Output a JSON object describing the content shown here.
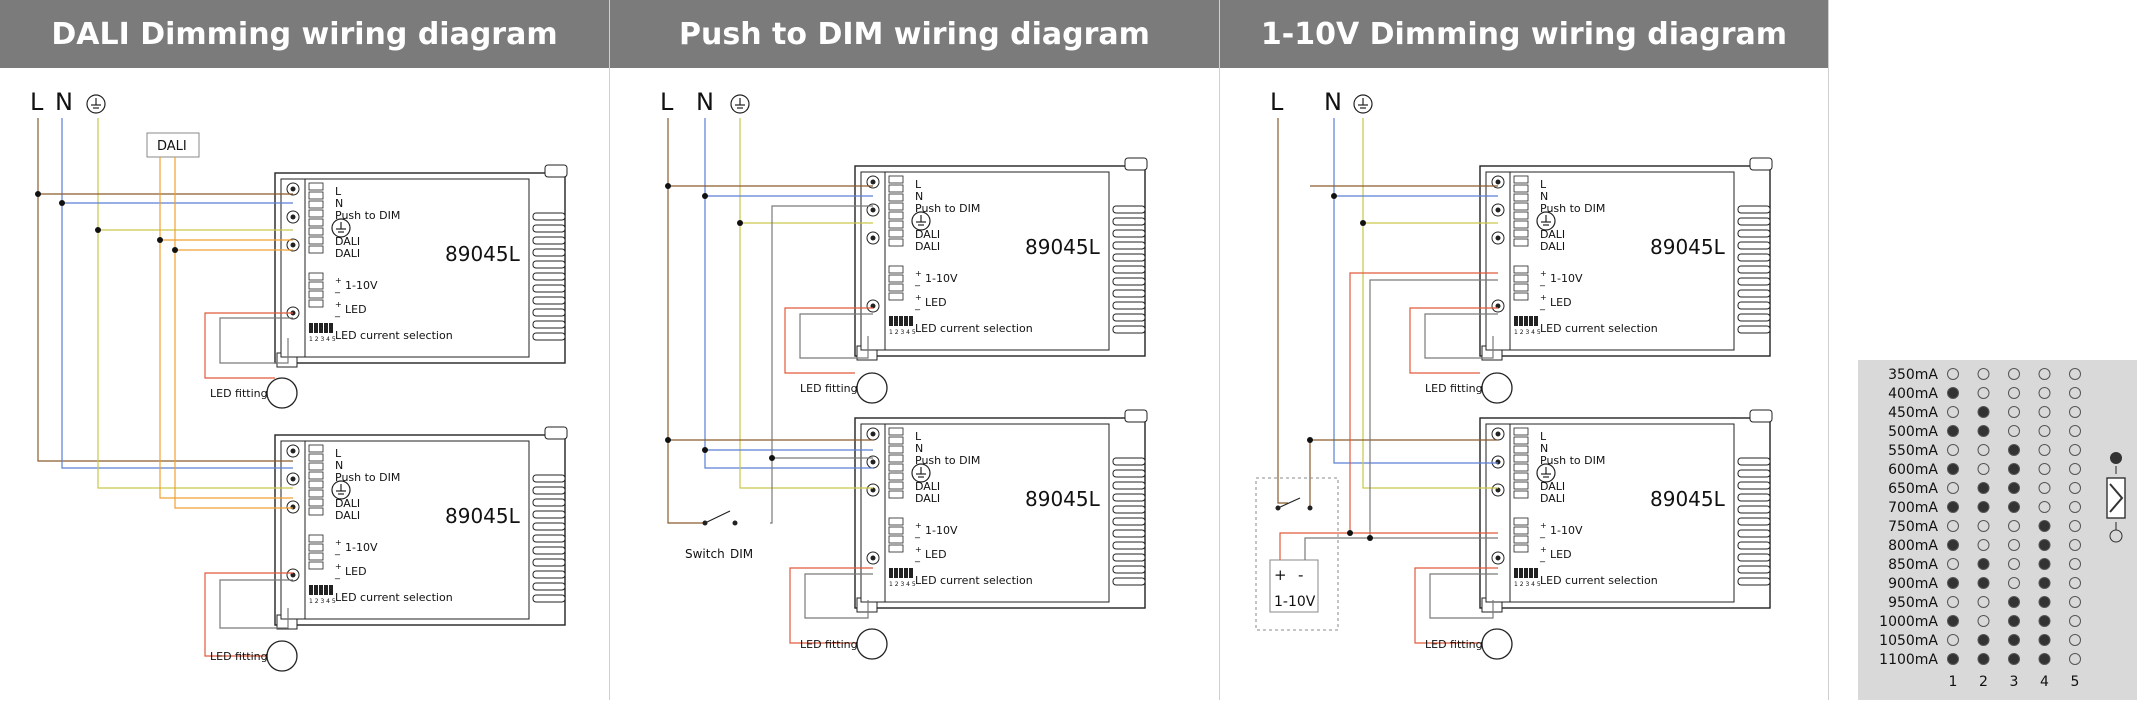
{
  "panels": [
    {
      "title": "DALI Dimming wiring diagram",
      "terminal_labels": {
        "L": "L",
        "N": "N"
      },
      "extra_box": "DALI",
      "drivers": [
        {
          "model": "89045L",
          "rows": [
            "L",
            "N",
            "Push to DIM",
            "DALI",
            "DALI",
            "1-10V",
            "LED",
            "LED current selection"
          ],
          "fitting": "LED fitting"
        },
        {
          "model": "89045L",
          "rows": [
            "L",
            "N",
            "Push to DIM",
            "DALI",
            "DALI",
            "1-10V",
            "LED",
            "LED current selection"
          ],
          "fitting": "LED fitting"
        }
      ]
    },
    {
      "title": "Push to DIM wiring diagram",
      "terminal_labels": {
        "L": "L",
        "N": "N"
      },
      "switch_labels": {
        "switch": "Switch",
        "dim": "DIM"
      },
      "drivers": [
        {
          "model": "89045L",
          "rows": [
            "L",
            "N",
            "Push to DIM",
            "DALI",
            "DALI",
            "1-10V",
            "LED",
            "LED current selection"
          ],
          "fitting": "LED fitting"
        },
        {
          "model": "89045L",
          "rows": [
            "L",
            "N",
            "Push to DIM",
            "DALI",
            "DALI",
            "1-10V",
            "LED",
            "LED current selection"
          ],
          "fitting": "LED fitting"
        }
      ]
    },
    {
      "title": "1-10V Dimming wiring diagram",
      "terminal_labels": {
        "L": "L",
        "N": "N"
      },
      "dimmer": {
        "plus": "+",
        "minus": "-",
        "label": "1-10V"
      },
      "drivers": [
        {
          "model": "89045L",
          "rows": [
            "L",
            "N",
            "Push to DIM",
            "DALI",
            "DALI",
            "1-10V",
            "LED",
            "LED current selection"
          ],
          "fitting": "LED fitting"
        },
        {
          "model": "89045L",
          "rows": [
            "L",
            "N",
            "Push to DIM",
            "DALI",
            "DALI",
            "1-10V",
            "LED",
            "LED current selection"
          ],
          "fitting": "LED fitting"
        }
      ]
    }
  ],
  "current_table": {
    "rows": [
      {
        "label": "350mA",
        "pattern": [
          0,
          0,
          0,
          0,
          0
        ]
      },
      {
        "label": "400mA",
        "pattern": [
          1,
          0,
          0,
          0,
          0
        ]
      },
      {
        "label": "450mA",
        "pattern": [
          0,
          1,
          0,
          0,
          0
        ]
      },
      {
        "label": "500mA",
        "pattern": [
          1,
          1,
          0,
          0,
          0
        ]
      },
      {
        "label": "550mA",
        "pattern": [
          0,
          0,
          1,
          0,
          0
        ]
      },
      {
        "label": "600mA",
        "pattern": [
          1,
          0,
          1,
          0,
          0
        ]
      },
      {
        "label": "650mA",
        "pattern": [
          0,
          1,
          1,
          0,
          0
        ]
      },
      {
        "label": "700mA",
        "pattern": [
          1,
          1,
          1,
          0,
          0
        ]
      },
      {
        "label": "750mA",
        "pattern": [
          0,
          0,
          0,
          1,
          0
        ]
      },
      {
        "label": "800mA",
        "pattern": [
          1,
          0,
          0,
          1,
          0
        ]
      },
      {
        "label": "850mA",
        "pattern": [
          0,
          1,
          0,
          1,
          0
        ]
      },
      {
        "label": "900mA",
        "pattern": [
          1,
          1,
          0,
          1,
          0
        ]
      },
      {
        "label": "950mA",
        "pattern": [
          0,
          0,
          1,
          1,
          0
        ]
      },
      {
        "label": "1000mA",
        "pattern": [
          1,
          0,
          1,
          1,
          0
        ]
      },
      {
        "label": "1050mA",
        "pattern": [
          0,
          1,
          1,
          1,
          0
        ]
      },
      {
        "label": "1100mA",
        "pattern": [
          1,
          1,
          1,
          1,
          0
        ]
      }
    ],
    "columns": [
      "1",
      "2",
      "3",
      "4",
      "5"
    ],
    "colors": {
      "filled": "#333333",
      "empty": "#d9d9d9"
    }
  },
  "wire_colors": {
    "L": "#8b5a2b",
    "N": "#5b7fd6",
    "earth": "#c9c84a",
    "dali": "#f0a030",
    "led": "#e05a3a",
    "dim": "#7a7a7a"
  }
}
